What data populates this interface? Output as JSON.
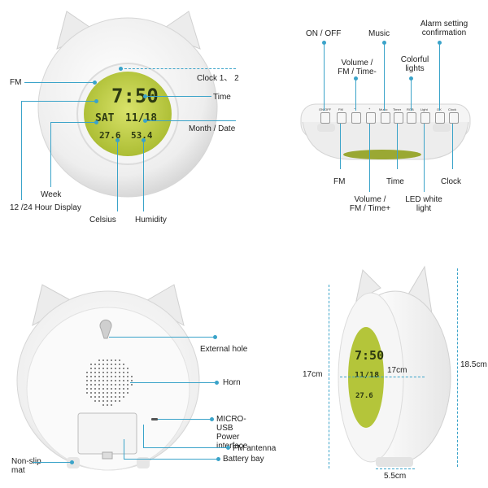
{
  "front": {
    "labels": {
      "fm": "FM",
      "clock12": "Clock 1、 2",
      "time": "Time",
      "month_date": "Month / Date",
      "week": "Week",
      "hour_display": "12 /24 Hour Display",
      "celsius": "Celsius",
      "humidity": "Humidity"
    },
    "lcd": {
      "time": "7:50",
      "day": "SAT",
      "date": "11/18",
      "temp": "27.6",
      "humidity": "53.4"
    }
  },
  "top": {
    "labels": {
      "on_off": "ON / OFF",
      "music": "Music",
      "alarm_confirm": "Alarm setting\nconfirmation",
      "volume_fm_minus": "Volume /\nFM / Time-",
      "colorful_lights": "Colorful\nlights",
      "fm": "FM",
      "time": "Time",
      "clock": "Clock",
      "volume_fm_plus": "Volume /\nFM / Time+",
      "led_white": "LED white\nlight"
    },
    "buttons": [
      "ON/OFF",
      "FM",
      "−",
      "+",
      "Music",
      "Timer",
      "RGB",
      "Light",
      "OK",
      "Clock"
    ]
  },
  "back": {
    "labels": {
      "external_hole": "External hole",
      "horn": "Horn",
      "micro_usb": "MICRO-USB\nPower interface",
      "fm_antenna": "FM antenna",
      "battery_bay": "Battery bay",
      "non_slip": "Non-slip\nmat"
    }
  },
  "side": {
    "lcd": {
      "time": "7:50",
      "date": "11/18",
      "temp": "27.6"
    },
    "dims": {
      "depth_width": "17cm",
      "height_left": "17cm",
      "height_right": "18.5cm",
      "thickness": "5.5cm"
    }
  },
  "colors": {
    "accent": "#3aa3c9",
    "lcd": "#b8c83c",
    "body": "#f2f2f2"
  }
}
